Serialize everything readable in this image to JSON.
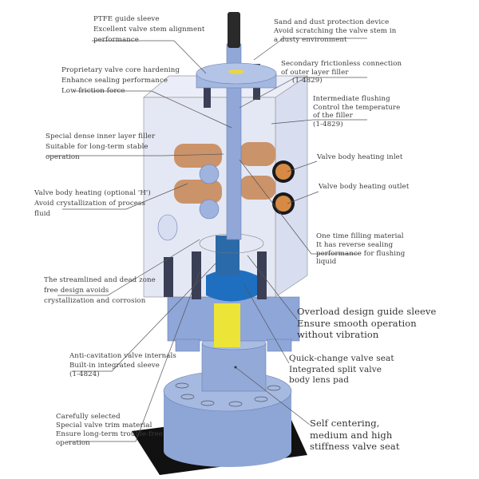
{
  "title": "Valve structure annotated diagram",
  "colors": {
    "body": "#8ea6d6",
    "block": "#dfe3f3",
    "heating": "#c98a5a",
    "seat": "#e8e23a",
    "trim": "#1f6fc0",
    "stem_cap": "#2a2a2a"
  },
  "callouts": {
    "ptfe": [
      "PTFE guide sleeve",
      "Excellent valve stem alignment",
      "performance"
    ],
    "core": [
      "Proprietary valve core hardening",
      "Enhance sealing performance",
      "Low friction force"
    ],
    "inner": [
      "Special dense inner layer filler",
      "Suitable for long-term stable",
      "operation"
    ],
    "heating": [
      "Valve body heating (optional 'H')",
      "Avoid crystallization of process",
      "fluid"
    ],
    "streamlined": [
      "The streamlined and dead zone",
      "free design avoids",
      "crystallization and corrosion"
    ],
    "anticav": [
      "Anti-cavitation valve internals",
      "Built-in integrated sleeve",
      "(1-4824)"
    ],
    "trim": [
      "Carefully selected",
      "Special valve trim material",
      "Ensure long-term trouble-free",
      "operation"
    ],
    "sand": [
      "Sand and dust protection device",
      "Avoid scratching the valve stem in",
      "a dusty environment"
    ],
    "secondary": [
      "Secondary frictionless connection",
      "of outer layer filler",
      "(1-4829)"
    ],
    "flushing": [
      "Intermediate flushing",
      "Control the temperature",
      "of the filler",
      "(1-4829)"
    ],
    "inlet": [
      "Valve body heating inlet"
    ],
    "outlet": [
      "Valve body heating outlet"
    ],
    "onetime": [
      "One time filling material",
      "It has reverse sealing",
      "performance for flushing",
      "liquid"
    ],
    "overload": [
      "Overload design guide sleeve",
      "Ensure smooth operation",
      "without vibration"
    ],
    "quick": [
      "Quick-change valve seat",
      "Integrated split valve",
      "body lens pad"
    ],
    "selfcenter": [
      "Self centering,",
      "medium and high",
      "stiffness valve seat"
    ]
  }
}
